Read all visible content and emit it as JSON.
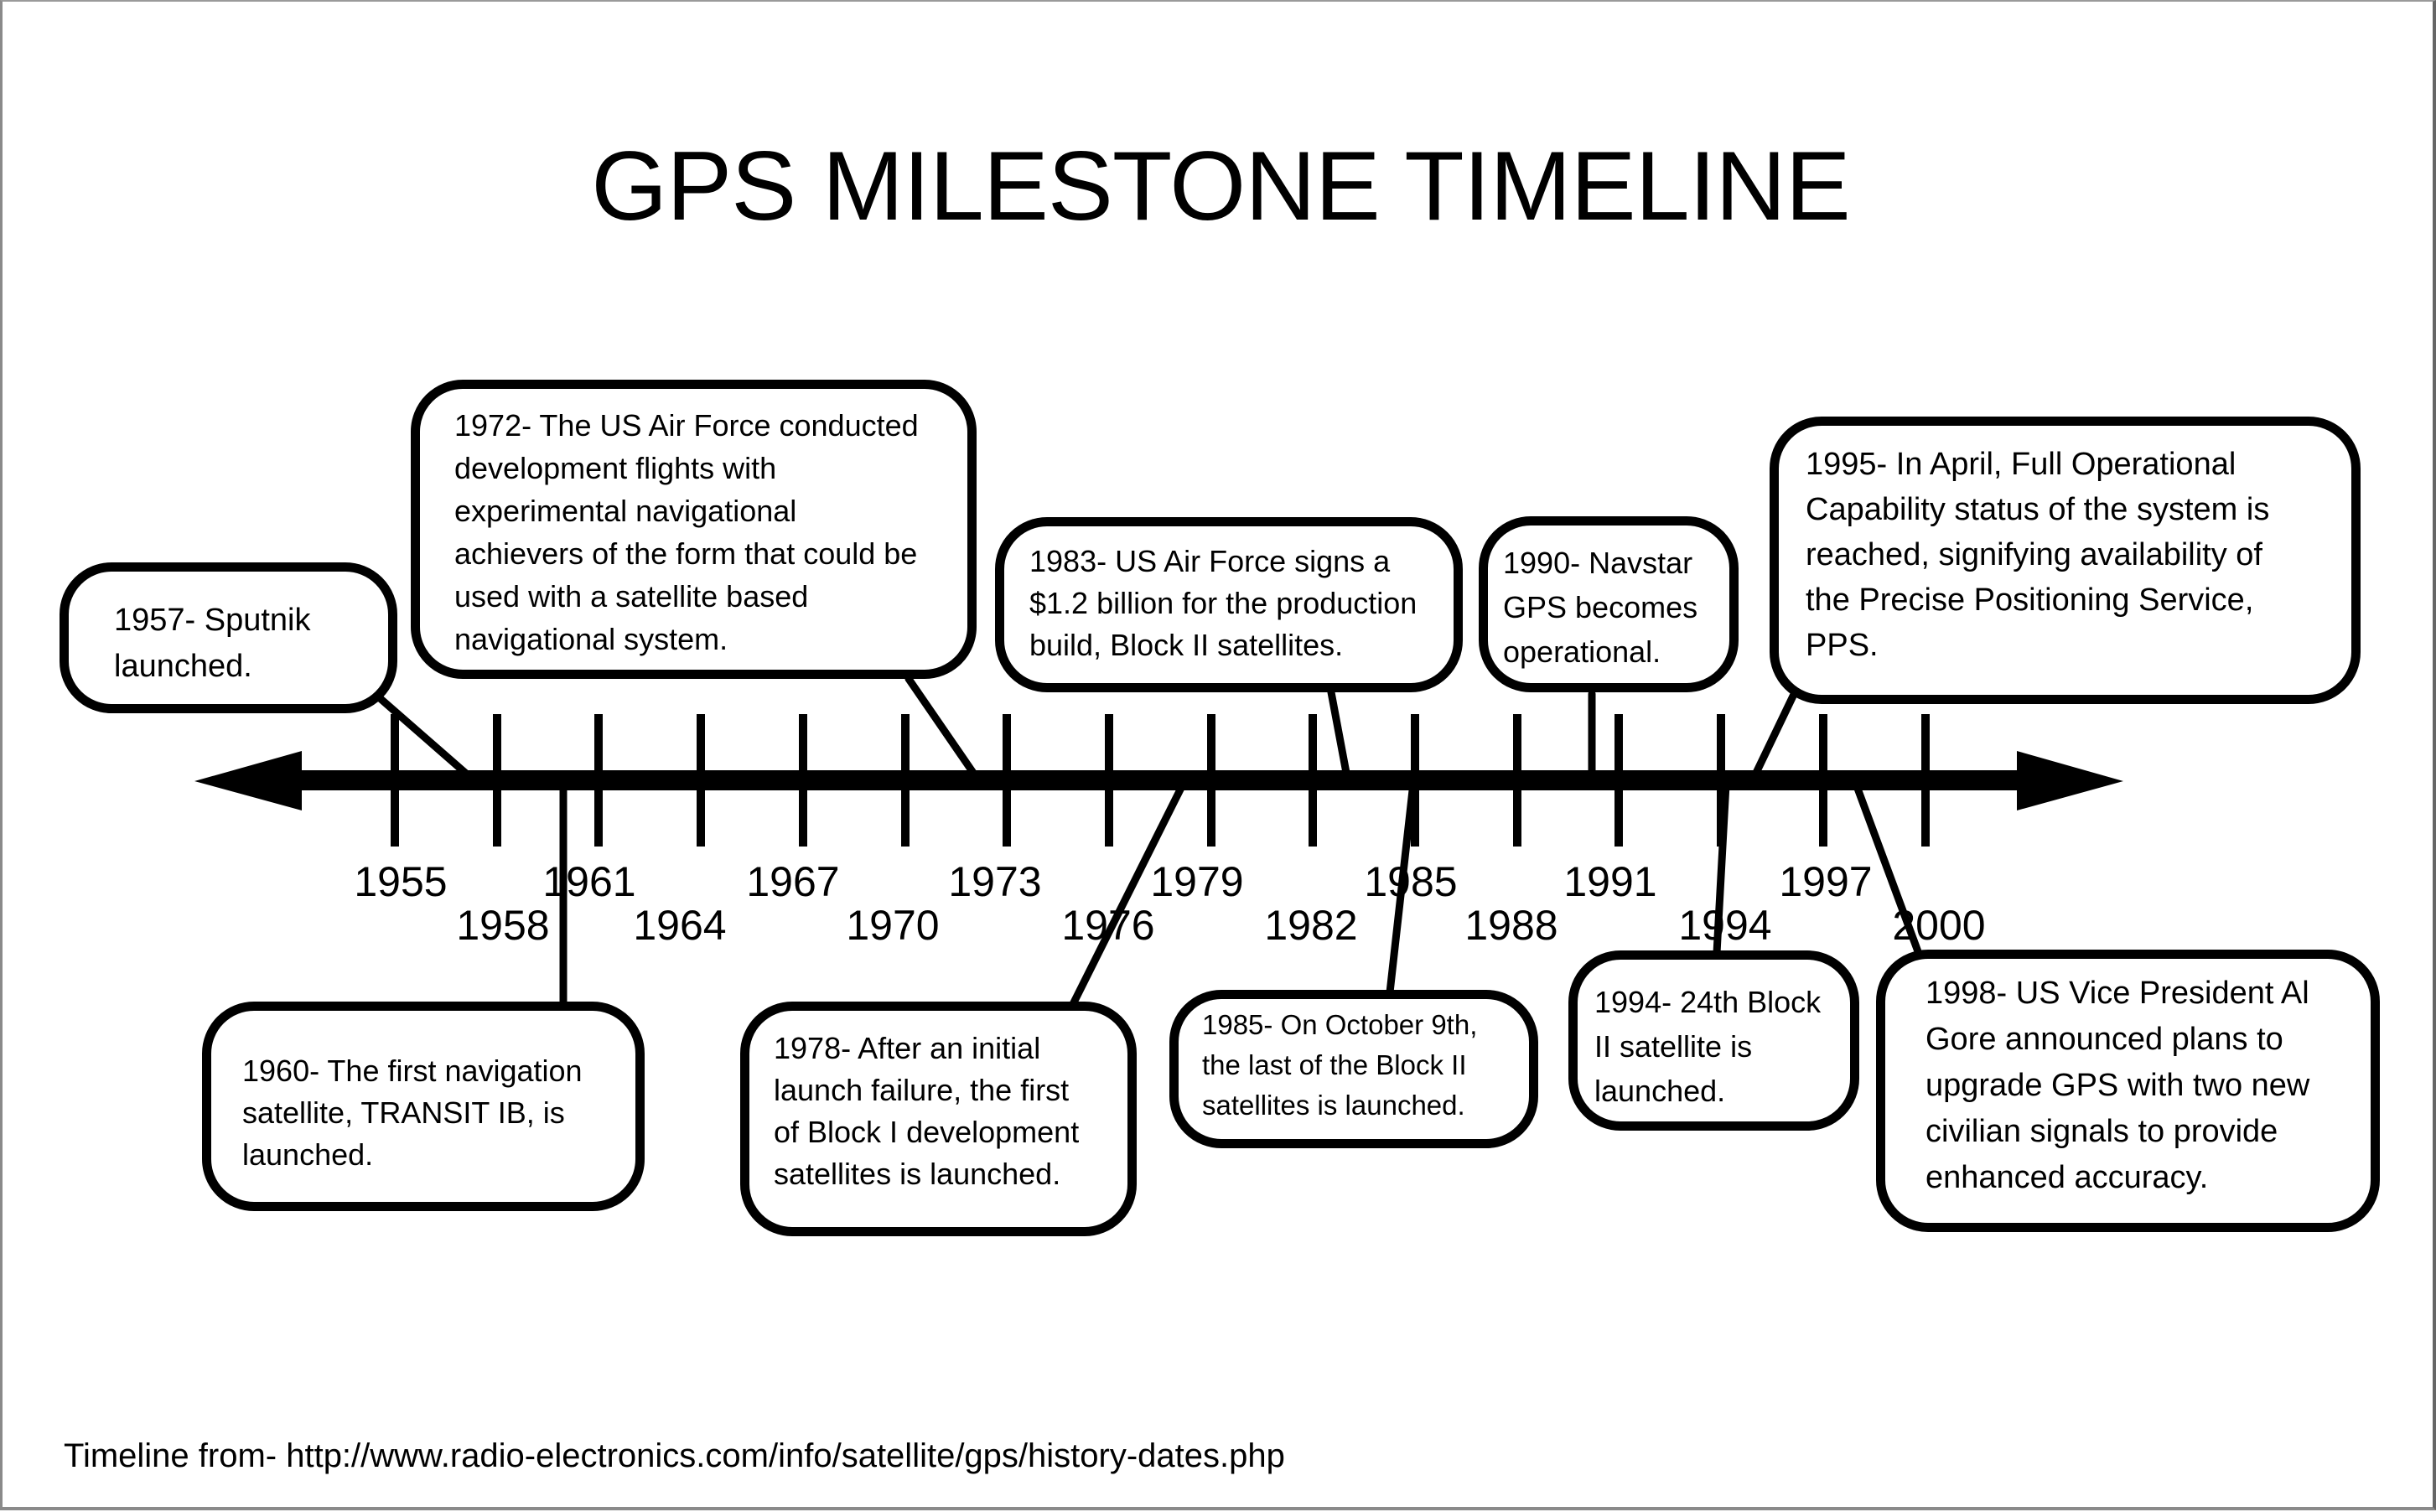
{
  "title": "GPS MILESTONE TIMELINE",
  "axis": {
    "ticks": [
      "1955",
      "1958",
      "1961",
      "1964",
      "1967",
      "1970",
      "1973",
      "1976",
      "1979",
      "1982",
      "1985",
      "1988",
      "1991",
      "1994",
      "1997",
      "2000"
    ]
  },
  "milestones": [
    {
      "year": "1957",
      "text": "1957- Sputnik\nlaunched."
    },
    {
      "year": "1960",
      "text": "1960- The first navigation\nsatellite, TRANSIT IB, is\nlaunched."
    },
    {
      "year": "1972",
      "text": "1972- The US Air Force conducted\ndevelopment flights with\nexperimental navigational\nachievers of the form that could be\nused with a satellite based\nnavigational system."
    },
    {
      "year": "1978",
      "text": "1978- After an initial\nlaunch failure, the first\nof Block I development\nsatellites is launched."
    },
    {
      "year": "1983",
      "text": "1983- US Air Force signs a\n$1.2 billion for the production\nbuild, Block II satellites."
    },
    {
      "year": "1985",
      "text": "1985- On October 9th,\nthe last of the Block II\nsatellites is launched."
    },
    {
      "year": "1990",
      "text": "1990- Navstar\nGPS becomes\noperational."
    },
    {
      "year": "1994",
      "text": "1994- 24th Block\nII satellite is\nlaunched."
    },
    {
      "year": "1995",
      "text": "1995- In April, Full Operational\nCapability status of the system is\nreached, signifying availability of\nthe Precise Positioning Service,\nPPS."
    },
    {
      "year": "1998",
      "text": "1998- US Vice President Al\nGore announced plans to\nupgrade GPS with two new\ncivilian signals to provide\nenhanced accuracy."
    }
  ],
  "footer": "Timeline from- http://www.radio-electronics.com/info/satellite/gps/history-dates.php",
  "colors": {
    "ink": "#000000",
    "background": "#ffffff",
    "page_border": "#8a8a8a"
  }
}
